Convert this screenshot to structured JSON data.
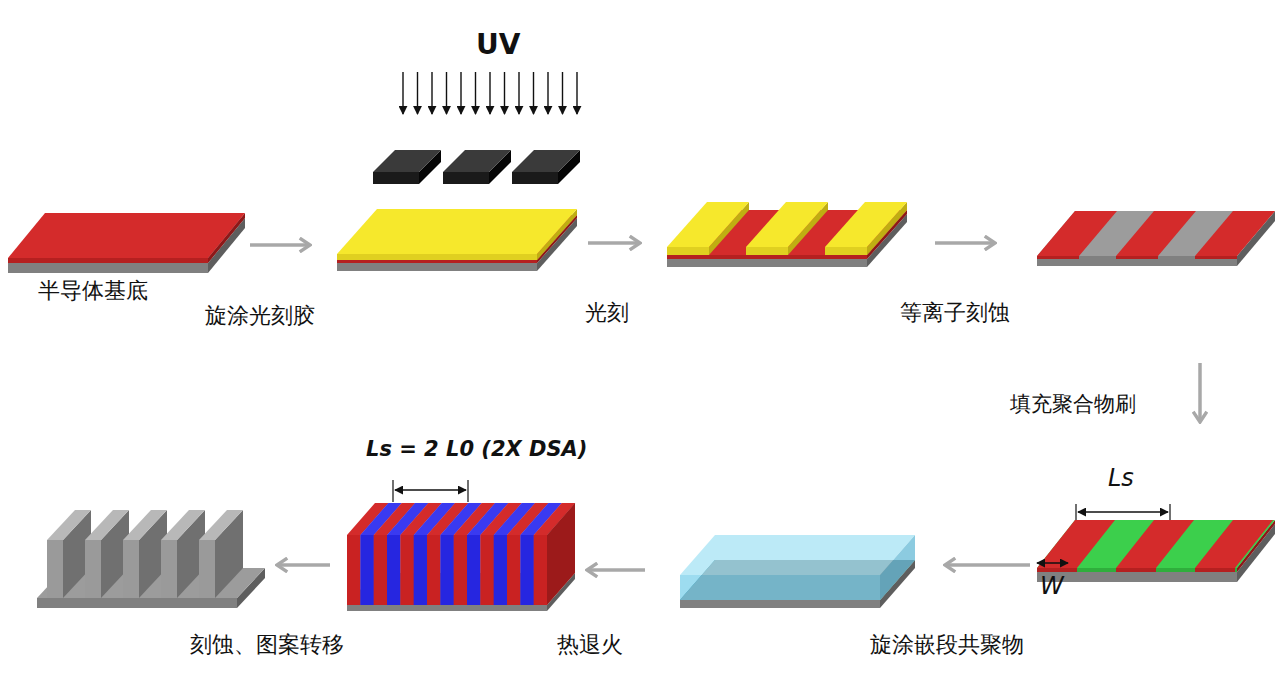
{
  "diagram": {
    "nodes": [
      {
        "text": [
          "半导体基底"
        ]
      },
      {
        "text": [
          "旋涂光刻胶"
        ]
      },
      {
        "text": [
          "光刻"
        ]
      },
      {
        "text": [
          "等离子刻蚀"
        ]
      },
      {
        "text": [
          "Ls",
          "W"
        ]
      },
      {
        "text": [
          "旋涂嵌段共聚物"
        ]
      },
      {
        "text": [
          "Ls = 2 L0 (2X DSA)",
          "热退火"
        ]
      },
      {
        "text": [
          "刻蚀、图案转移"
        ]
      }
    ],
    "edges": [
      {
        "from": 0,
        "to": 1,
        "arrow": "to"
      },
      {
        "from": 1,
        "to": 2,
        "arrow": "to"
      },
      {
        "from": 2,
        "to": 3,
        "arrow": "to"
      },
      {
        "from": 3,
        "to": 4,
        "label": "填充聚合物刷",
        "arrow": "to"
      },
      {
        "from": 4,
        "to": 5,
        "arrow": "to"
      },
      {
        "from": 5,
        "to": 6,
        "arrow": "to"
      },
      {
        "from": 6,
        "to": 7,
        "arrow": "to"
      }
    ],
    "labels": [
      "UV"
    ]
  }
}
